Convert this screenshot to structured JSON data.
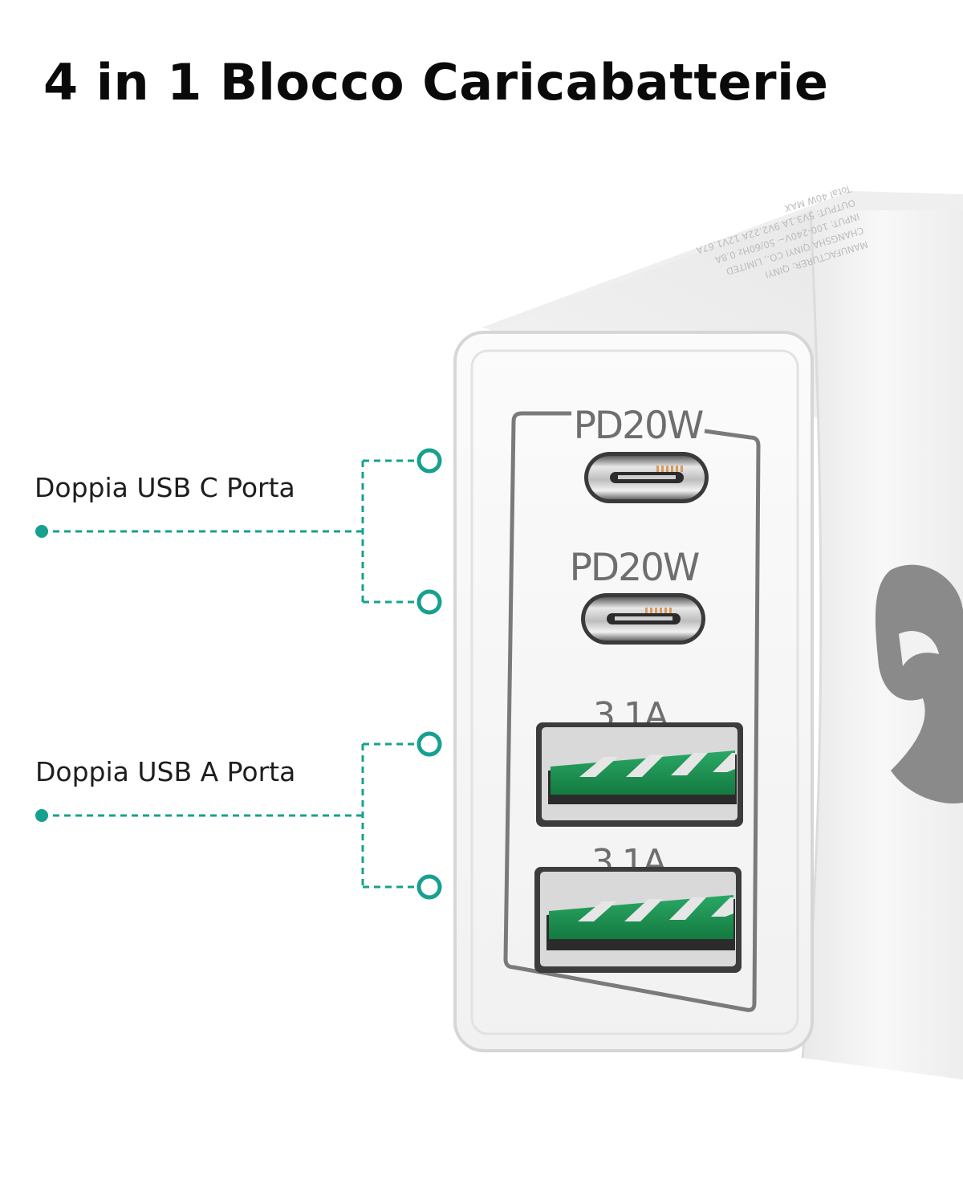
{
  "title": "4 in 1 Blocco Caricabatterie",
  "callouts": {
    "usb_c": "Doppia USB C Porta",
    "usb_a": "Doppia USB A Porta"
  },
  "ports": [
    {
      "label": "PD20W",
      "type": "usb-c"
    },
    {
      "label": "PD20W",
      "type": "usb-c"
    },
    {
      "label": "3.1A",
      "type": "usb-a"
    },
    {
      "label": "3.1A",
      "type": "usb-a"
    }
  ],
  "colors": {
    "accent": "#17a08f",
    "usb_a_tongue": "#1a8a4c",
    "title": "#0a0a0a"
  }
}
